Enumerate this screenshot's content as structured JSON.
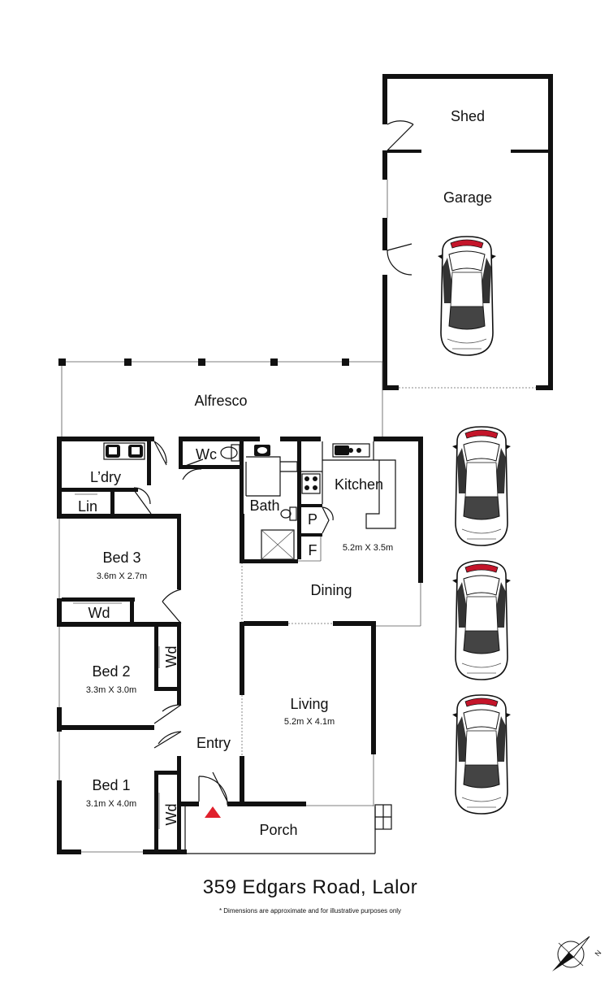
{
  "rooms": {
    "shed": "Shed",
    "garage": "Garage",
    "alfresco": "Alfresco",
    "wc": "Wc",
    "laundry": "L’dry",
    "linen": "Lin",
    "kitchen": "Kitchen",
    "bath": "Bath",
    "pantry": "P",
    "fridge": "F",
    "kitchen_dims": "5.2m X 3.5m",
    "dining": "Dining",
    "bed3": "Bed 3",
    "bed3_dims": "3.6m X 2.7m",
    "wd": "Wd",
    "bed2": "Bed 2",
    "bed2_dims": "3.3m X 3.0m",
    "living": "Living",
    "living_dims": "5.2m X 4.1m",
    "entry": "Entry",
    "bed1": "Bed 1",
    "bed1_dims": "3.1m X 4.0m",
    "porch": "Porch"
  },
  "address": "359 Edgars Road, Lalor",
  "disclaimer": "* Dimensions are approximate and for illustrative purposes only",
  "colors": {
    "wall": "#111111",
    "entry_marker": "#e0202c",
    "car_accent": "#c4152a"
  },
  "icons": [
    "car-icon",
    "compass-icon",
    "entry-arrow-icon",
    "sink-icon",
    "stove-icon",
    "toilet-icon",
    "shower-icon",
    "stairs-icon"
  ]
}
